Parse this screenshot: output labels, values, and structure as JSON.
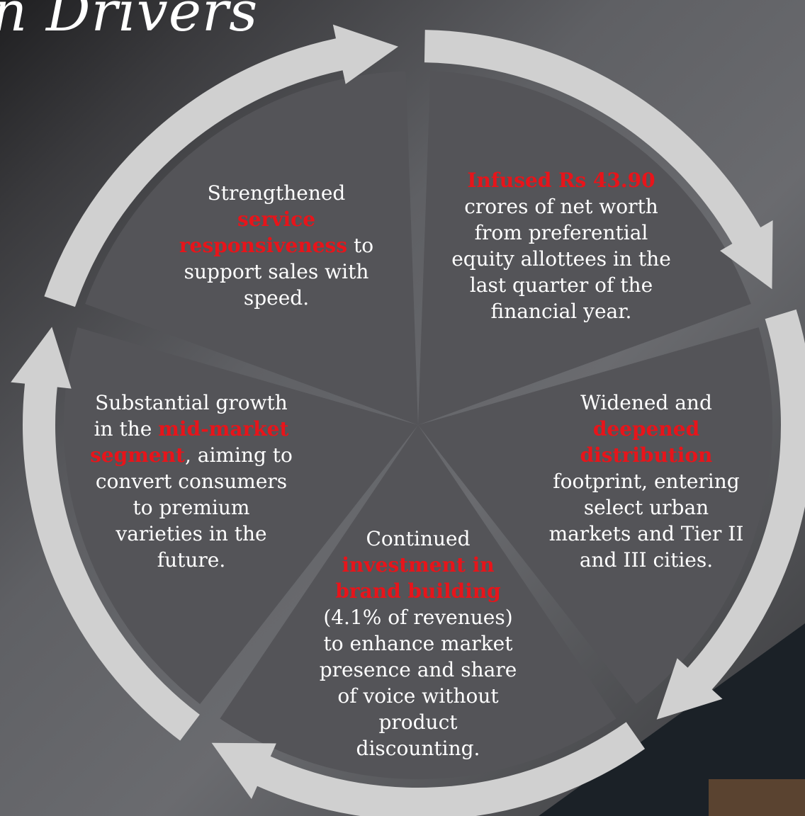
{
  "title": "n Drivers",
  "colors": {
    "segment_fill": "#545458",
    "arrow_fill": "#d0d0d0",
    "highlight": "#e8141a",
    "text": "#ffffff"
  },
  "segments": [
    {
      "id": "top-left",
      "lines": [
        [
          {
            "t": "Strengthened"
          }
        ],
        [
          {
            "t": "service",
            "hl": true
          }
        ],
        [
          {
            "t": "responsiveness",
            "hl": true
          },
          {
            "t": " to"
          }
        ],
        [
          {
            "t": "support sales with"
          }
        ],
        [
          {
            "t": "speed."
          }
        ]
      ]
    },
    {
      "id": "top-right",
      "lines": [
        [
          {
            "t": "Infused Rs 43.90",
            "hl": true
          }
        ],
        [
          {
            "t": "crores of net worth"
          }
        ],
        [
          {
            "t": "from preferential"
          }
        ],
        [
          {
            "t": "equity allottees in the"
          }
        ],
        [
          {
            "t": "last quarter of the"
          }
        ],
        [
          {
            "t": "financial year."
          }
        ]
      ]
    },
    {
      "id": "right",
      "lines": [
        [
          {
            "t": "Widened and"
          }
        ],
        [
          {
            "t": "deepened",
            "hl": true
          }
        ],
        [
          {
            "t": "distribution",
            "hl": true
          }
        ],
        [
          {
            "t": "footprint, entering"
          }
        ],
        [
          {
            "t": "select urban"
          }
        ],
        [
          {
            "t": "markets and Tier II"
          }
        ],
        [
          {
            "t": "and III cities."
          }
        ]
      ]
    },
    {
      "id": "bottom",
      "lines": [
        [
          {
            "t": "Continued"
          }
        ],
        [
          {
            "t": "investment in",
            "hl": true
          }
        ],
        [
          {
            "t": "brand building",
            "hl": true
          }
        ],
        [
          {
            "t": "(4.1% of revenues)"
          }
        ],
        [
          {
            "t": "to enhance market"
          }
        ],
        [
          {
            "t": "presence and share"
          }
        ],
        [
          {
            "t": "of voice without"
          }
        ],
        [
          {
            "t": "product"
          }
        ],
        [
          {
            "t": "discounting."
          }
        ]
      ]
    },
    {
      "id": "left",
      "lines": [
        [
          {
            "t": "Substantial growth"
          }
        ],
        [
          {
            "t": "in the "
          },
          {
            "t": "mid-market",
            "hl": true
          }
        ],
        [
          {
            "t": "segment",
            "hl": true
          },
          {
            "t": ", aiming to"
          }
        ],
        [
          {
            "t": "convert consumers"
          }
        ],
        [
          {
            "t": "to premium"
          }
        ],
        [
          {
            "t": "varieties in the"
          }
        ],
        [
          {
            "t": "future."
          }
        ]
      ]
    }
  ]
}
